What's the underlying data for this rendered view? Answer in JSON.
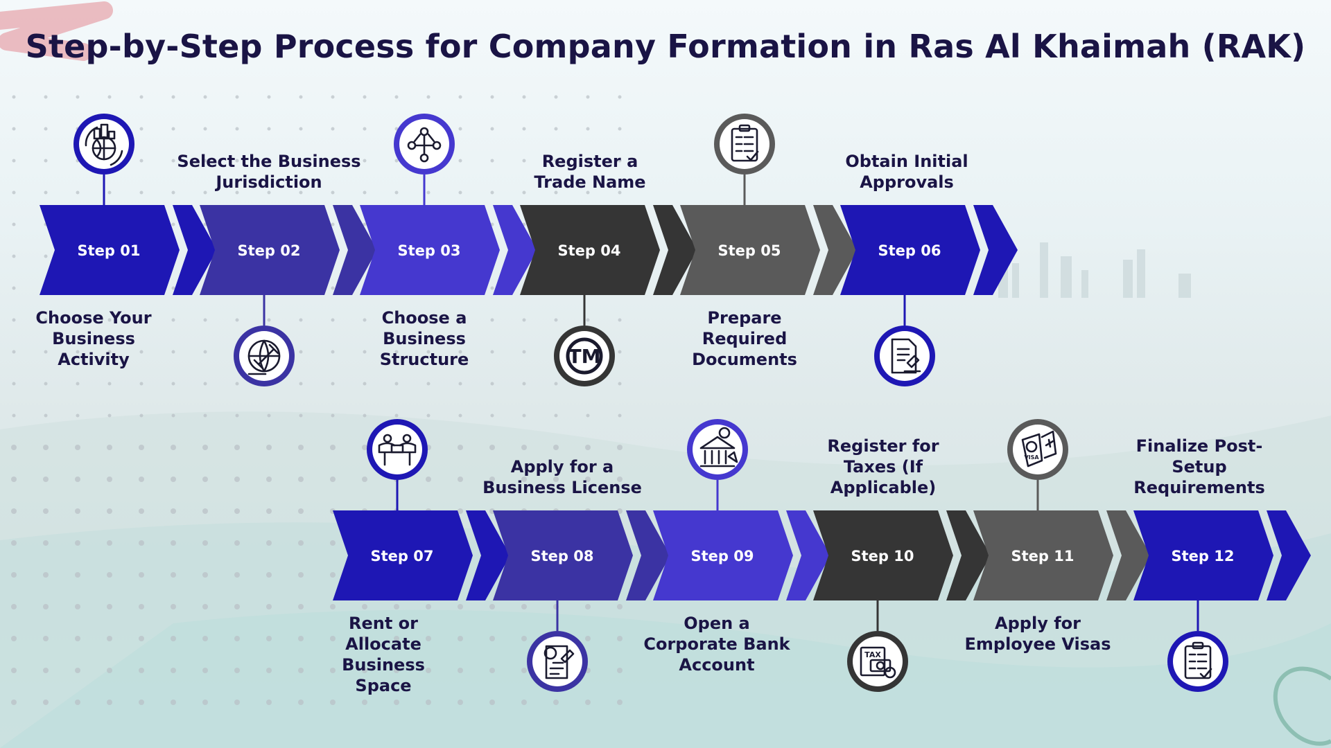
{
  "title": "Step-by-Step Process for Company Formation in Ras Al Khaimah (RAK)",
  "colors": {
    "step_01": "#1e17b4",
    "step_02": "#3b33a3",
    "step_03": "#4538cf",
    "step_04": "#353535",
    "step_05": "#5a5a5a",
    "step_06": "#1e17b4",
    "step_07": "#1e17b4",
    "step_08": "#3b33a3",
    "step_09": "#4538cf",
    "step_10": "#353535",
    "step_11": "#5a5a5a",
    "step_12": "#1e17b4",
    "title": "#1a1445"
  },
  "steps": [
    {
      "label": "Step 01",
      "caption": "Choose Your Business Activity",
      "icon": "globe-buildings-icon"
    },
    {
      "label": "Step 02",
      "caption": "Select the Business Jurisdiction",
      "icon": "globe-gavel-icon"
    },
    {
      "label": "Step 03",
      "caption": "Choose a Business Structure",
      "icon": "org-structure-icon"
    },
    {
      "label": "Step 04",
      "caption": "Register a Trade Name",
      "icon": "trademark-icon"
    },
    {
      "label": "Step 05",
      "caption": "Prepare Required Documents",
      "icon": "clipboard-checklist-icon"
    },
    {
      "label": "Step 06",
      "caption": "Obtain Initial Approvals",
      "icon": "stamped-document-icon"
    },
    {
      "label": "Step 07",
      "caption": "Rent or Allocate Business Space",
      "icon": "office-meeting-icon"
    },
    {
      "label": "Step 08",
      "caption": "Apply for a Business License",
      "icon": "license-document-icon"
    },
    {
      "label": "Step 09",
      "caption": "Open a Corporate Bank Account",
      "icon": "bank-icon"
    },
    {
      "label": "Step 10",
      "caption": "Register for Taxes (If Applicable)",
      "icon": "tax-icon"
    },
    {
      "label": "Step 11",
      "caption": "Apply for Employee Visas",
      "icon": "visa-passport-icon"
    },
    {
      "label": "Step 12",
      "caption": "Finalize Post-Setup Requirements",
      "icon": "clipboard-checklist-icon"
    }
  ]
}
